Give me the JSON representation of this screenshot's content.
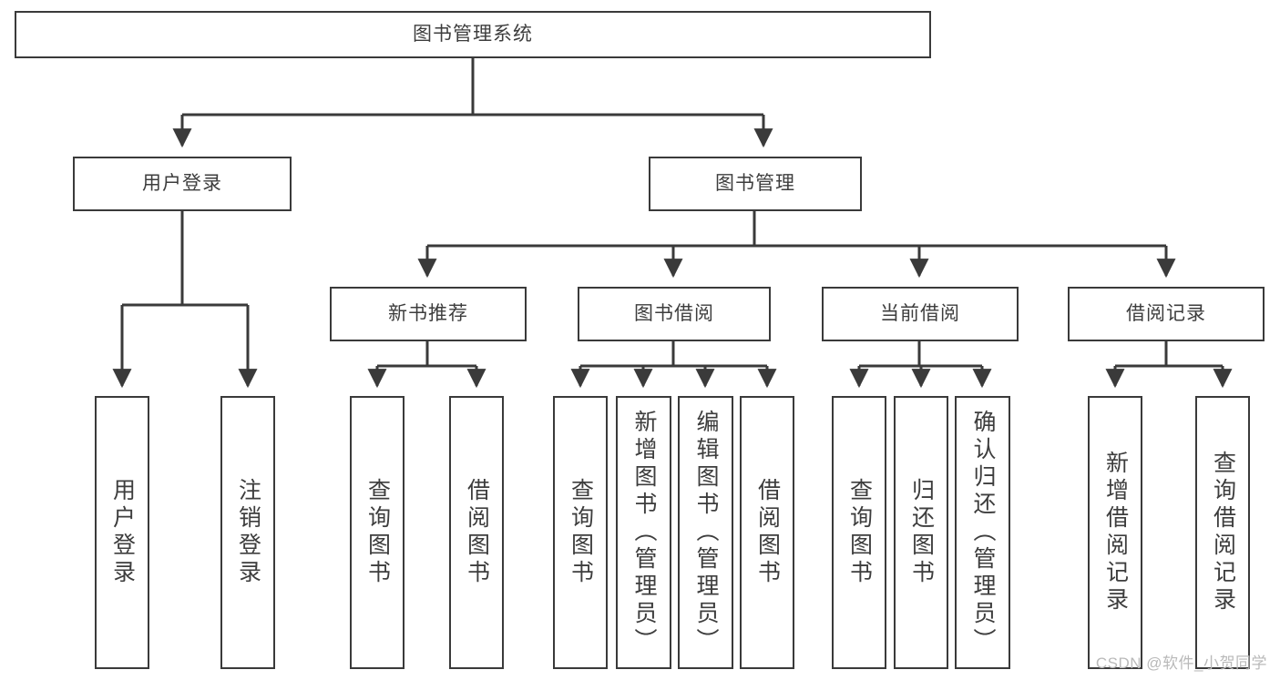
{
  "diagram": {
    "title": "图书管理系统",
    "watermark": "CSDN @软件_小贺同学",
    "stroke_color": "#3a3a3a",
    "text_color": "#3d3d3d",
    "background": "#ffffff",
    "root": {
      "label": "图书管理系统"
    },
    "level2": [
      {
        "label": "用户登录"
      },
      {
        "label": "图书管理"
      }
    ],
    "level3": [
      {
        "label": "新书推荐"
      },
      {
        "label": "图书借阅"
      },
      {
        "label": "当前借阅"
      },
      {
        "label": "借阅记录"
      }
    ],
    "leaves": {
      "user_login": [
        {
          "label": "用户登录"
        },
        {
          "label": "注销登录"
        }
      ],
      "new_book_recommend": [
        {
          "label": "查询图书"
        },
        {
          "label": "借阅图书"
        }
      ],
      "book_borrow": [
        {
          "label": "查询图书"
        },
        {
          "label": "新增图书（管理员）"
        },
        {
          "label": "编辑图书（管理员）"
        },
        {
          "label": "借阅图书"
        }
      ],
      "current_borrow": [
        {
          "label": "查询图书"
        },
        {
          "label": "归还图书"
        },
        {
          "label": "确认归还（管理员）"
        }
      ],
      "borrow_record": [
        {
          "label": "新增借阅记录"
        },
        {
          "label": "查询借阅记录"
        }
      ]
    }
  }
}
